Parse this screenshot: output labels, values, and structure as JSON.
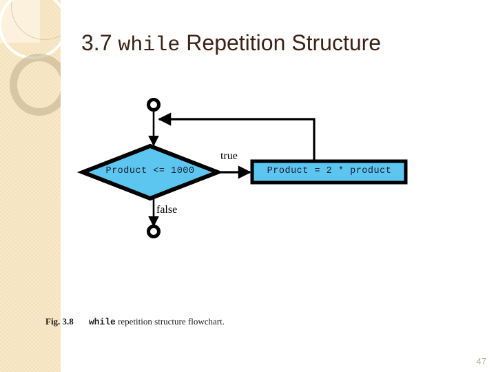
{
  "slide": {
    "title": {
      "prefix": "3.7 ",
      "keyword": "while",
      "suffix": " Repetition Structure"
    },
    "page_number": "47",
    "colors": {
      "title_text": "#3E2216",
      "sidebar_band": "#F5E3BD",
      "node_fill": "#5CC6F0",
      "node_stroke": "#000000",
      "node_text": "#1A1A2E",
      "page_number_text": "#B9AE8F"
    }
  },
  "flowchart": {
    "type": "flowchart",
    "start_connector": {
      "label": "",
      "shape": "small-circle"
    },
    "decision": {
      "shape": "diamond",
      "text": "Product <= 1000"
    },
    "process": {
      "shape": "rectangle",
      "text": "Product = 2 * product"
    },
    "end_connector": {
      "label": "",
      "shape": "small-circle"
    },
    "edges": [
      {
        "from": "start_connector",
        "to": "decision",
        "label": ""
      },
      {
        "from": "decision",
        "to": "process",
        "label": "true"
      },
      {
        "from": "decision",
        "to": "end_connector",
        "label": "false"
      },
      {
        "from": "process",
        "to": "start_connector_join",
        "label": ""
      }
    ],
    "branch_true_label": "true",
    "branch_false_label": "false"
  },
  "caption": {
    "figure_label": "Fig. 3.8",
    "keyword": "while",
    "rest": " repetition structure flowchart."
  }
}
